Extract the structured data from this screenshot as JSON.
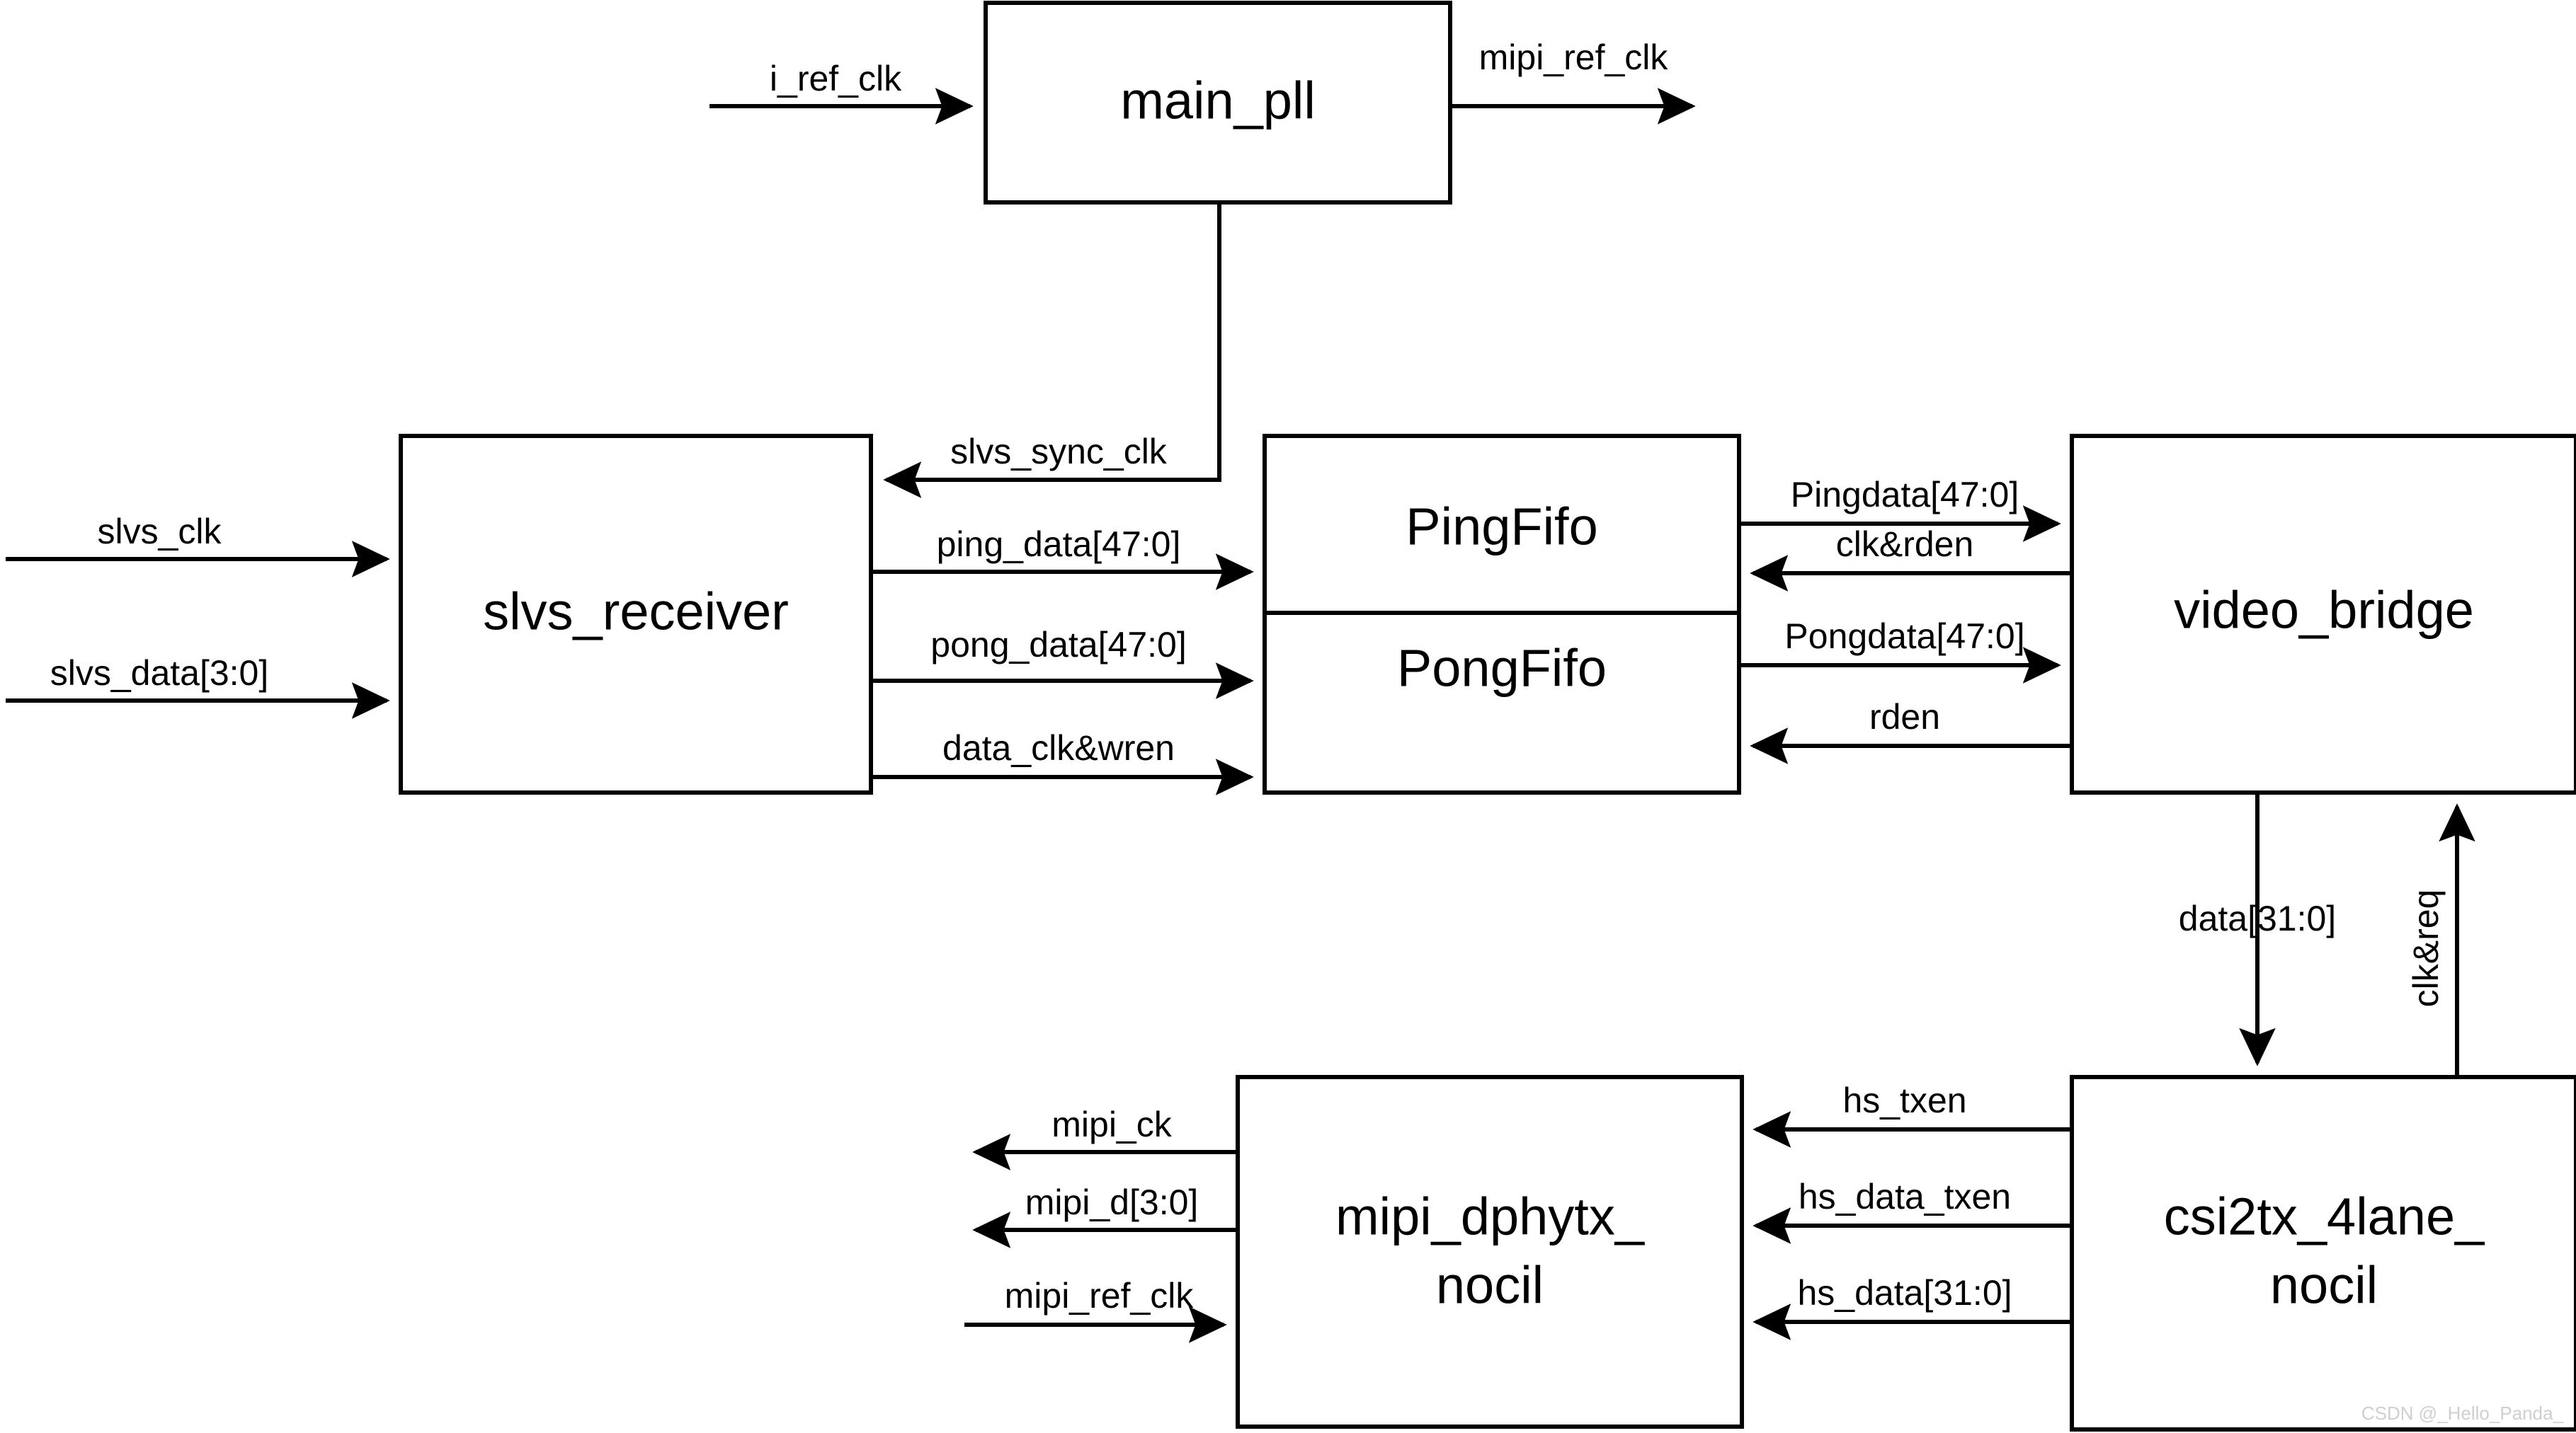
{
  "diagram": {
    "title_present": false,
    "watermark": "CSDN @_Hello_Panda_",
    "colors": {
      "line": "#000000",
      "background": "#ffffff",
      "block_fill": "#ffffff",
      "watermark": "#cfcfcf"
    },
    "blocks": [
      {
        "id": "main_pll",
        "label": "main_pll"
      },
      {
        "id": "slvs_receiver",
        "label": "slvs_receiver"
      },
      {
        "id": "pingfifo",
        "label": "PingFifo"
      },
      {
        "id": "pongfifo",
        "label": "PongFifo"
      },
      {
        "id": "video_bridge",
        "label": "video_bridge"
      },
      {
        "id": "mipi_dphytx",
        "label_line1": "mipi_dphytx_",
        "label_line2": "nocil"
      },
      {
        "id": "csi2tx",
        "label_line1": "csi2tx_4lane_",
        "label_line2": "nocil"
      }
    ],
    "signals": {
      "i_ref_clk": "i_ref_clk",
      "mipi_ref_clk_out": "mipi_ref_clk",
      "slvs_sync_clk": "slvs_sync_clk",
      "slvs_clk": "slvs_clk",
      "slvs_data": "slvs_data[3:0]",
      "ping_data": "ping_data[47:0]",
      "pong_data": "pong_data[47:0]",
      "data_clk_wren": "data_clk&wren",
      "pingdata": "Pingdata[47:0]",
      "clk_rden": "clk&rden",
      "pongdata": "Pongdata[47:0]",
      "rden": "rden",
      "data_31_0": "data[31:0]",
      "clk_req": "clk&req",
      "hs_txen": "hs_txen",
      "hs_data_txen": "hs_data_txen",
      "hs_data": "hs_data[31:0]",
      "mipi_ck": "mipi_ck",
      "mipi_d": "mipi_d[3:0]",
      "mipi_ref_clk_in": "mipi_ref_clk"
    }
  }
}
